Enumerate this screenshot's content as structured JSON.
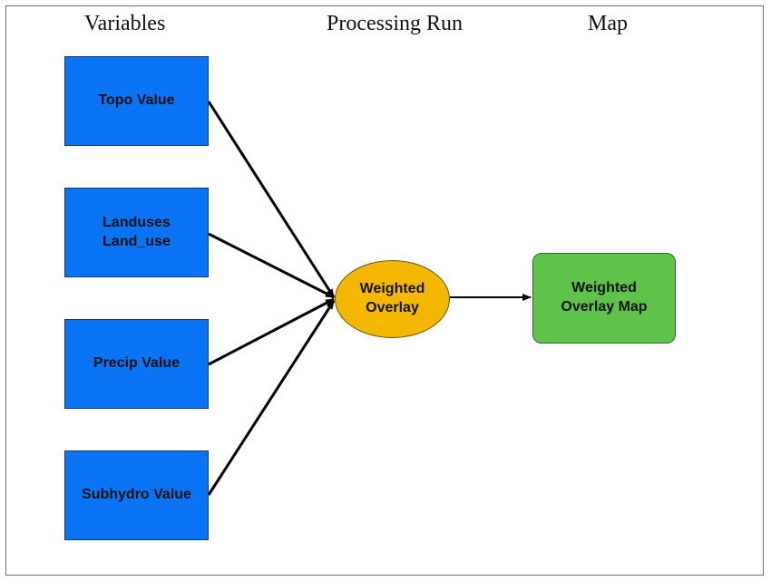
{
  "headings": {
    "variables": "Variables",
    "processing": "Processing Run",
    "map": "Map"
  },
  "variables": [
    {
      "label": "Topo Value"
    },
    {
      "label": "Landuses\nLand_use"
    },
    {
      "label": "Precip Value"
    },
    {
      "label": "Subhydro Value"
    }
  ],
  "process": {
    "label": "Weighted\nOverlay"
  },
  "output": {
    "label": "Weighted\nOverlay Map"
  },
  "colors": {
    "variable_fill": "#0a74f5",
    "process_fill": "#f5b800",
    "output_fill": "#5fc24a",
    "connector": "#000000"
  }
}
